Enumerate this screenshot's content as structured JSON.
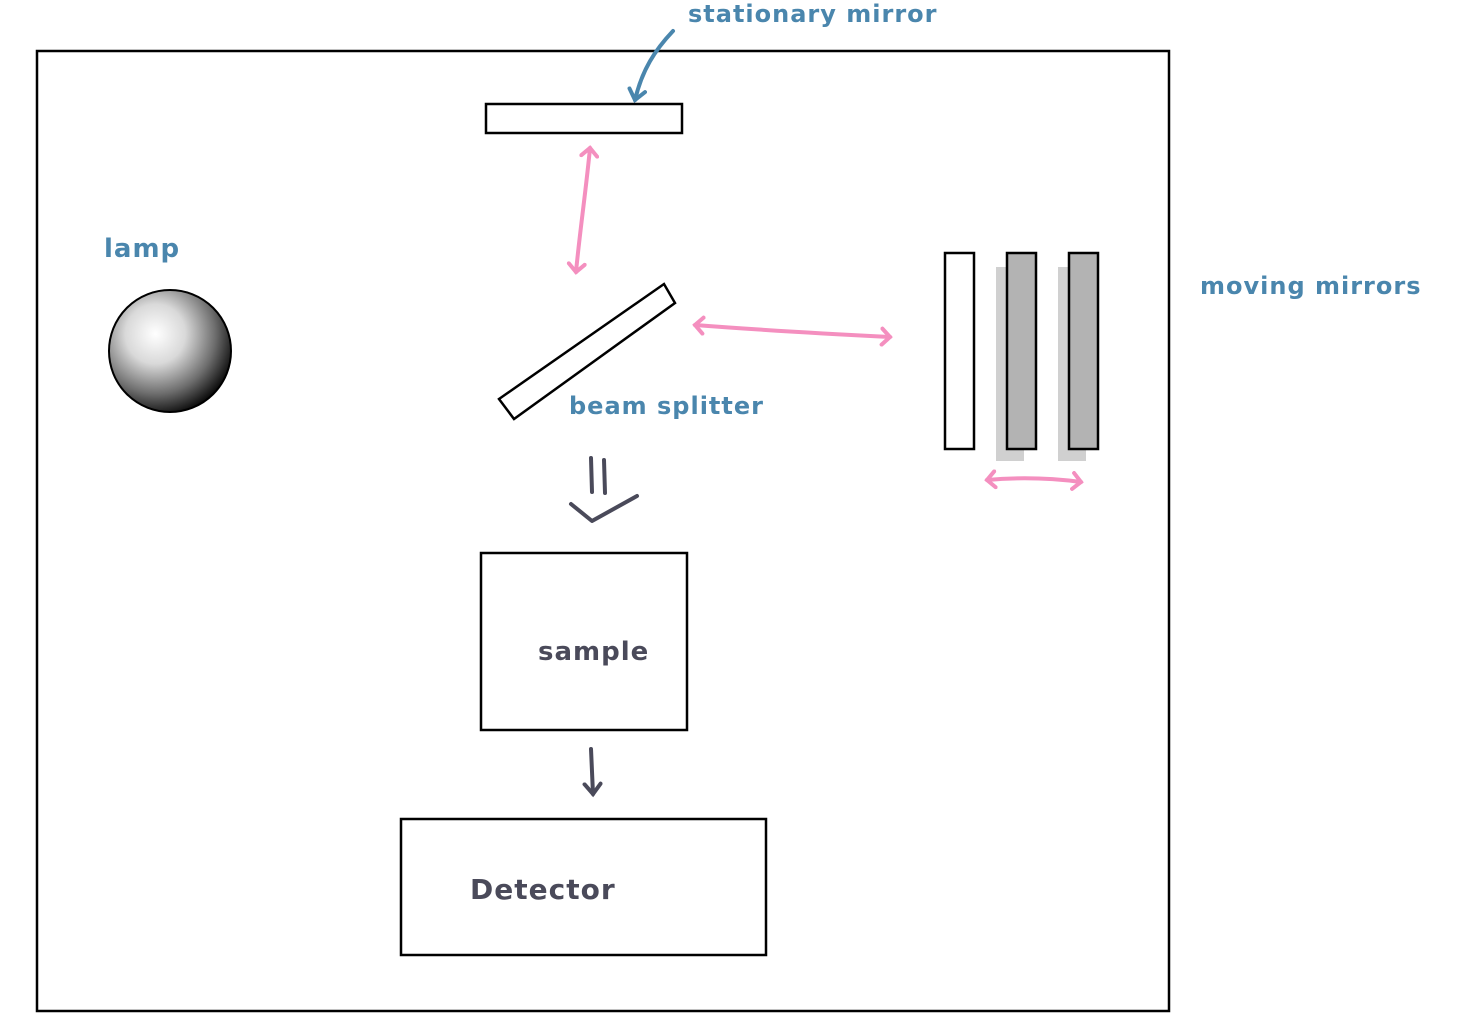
{
  "labels": {
    "stationary_mirror": "stationary mirror",
    "lamp": "lamp",
    "moving_mirrors": "moving mirrors",
    "beam_splitter": "beam splitter",
    "sample": "sample",
    "detector": "Detector"
  },
  "colors": {
    "label_blue": "#4a86ad",
    "arrow_pink": "#f48fbf",
    "arrow_dark": "#4a4a5a",
    "text_dark": "#4a4a5a",
    "outline": "#000000",
    "mirror_gray": "#b3b3b3"
  }
}
